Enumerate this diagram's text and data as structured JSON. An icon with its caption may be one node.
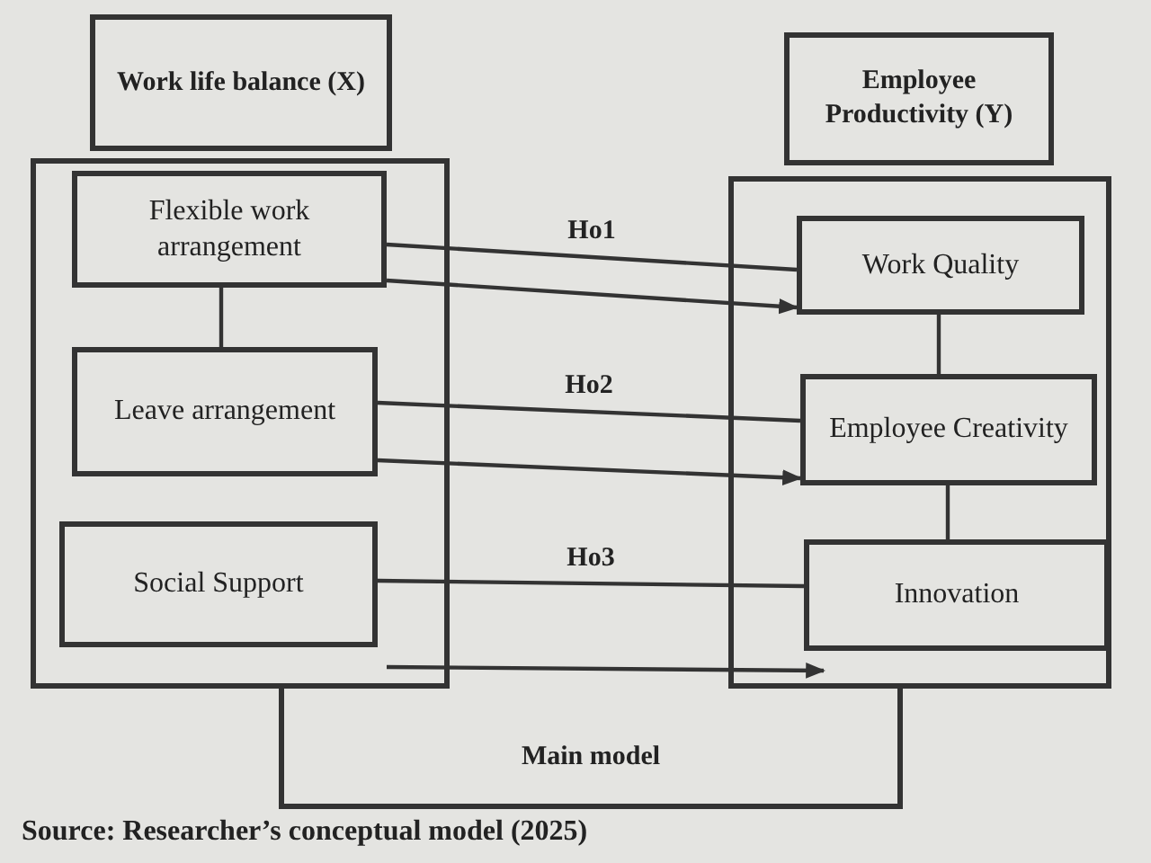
{
  "diagram": {
    "caption": "Source: Researcher’s conceptual model (2025)",
    "nodes": [
      {
        "text": [
          "Work life balance (X)"
        ]
      },
      {
        "text": [
          "Employee Productivity (Y)"
        ]
      },
      {
        "text": [],
        "shape": "box"
      },
      {
        "text": [
          "Flexible work arrangement"
        ],
        "in": 2
      },
      {
        "text": [
          "Leave arrangement"
        ],
        "in": 2
      },
      {
        "text": [
          "Social Support"
        ],
        "in": 2
      },
      {
        "text": [],
        "shape": "box"
      },
      {
        "text": [
          "Work Quality"
        ],
        "in": 6
      },
      {
        "text": [
          "Employee Creativity"
        ],
        "in": 6
      },
      {
        "text": [
          "Innovation"
        ],
        "in": 6
      },
      {
        "text": [
          "Main model"
        ]
      }
    ],
    "edges": [
      {
        "from": 3,
        "to": 4,
        "arrow": "none"
      },
      {
        "from": 7,
        "to": 8,
        "arrow": "none"
      },
      {
        "from": 8,
        "to": 9,
        "arrow": "none"
      },
      {
        "from": 3,
        "to": 7,
        "arrow": "none",
        "label": "Ho1"
      },
      {
        "from": 3,
        "to": 7,
        "arrow": "to"
      },
      {
        "from": 4,
        "to": 8,
        "arrow": "none",
        "label": "Ho2"
      },
      {
        "from": 4,
        "to": 8,
        "arrow": "to"
      },
      {
        "from": 5,
        "to": 9,
        "arrow": "none",
        "label": "Ho3"
      },
      {
        "from": 2,
        "to": 6,
        "arrow": "to"
      }
    ]
  }
}
